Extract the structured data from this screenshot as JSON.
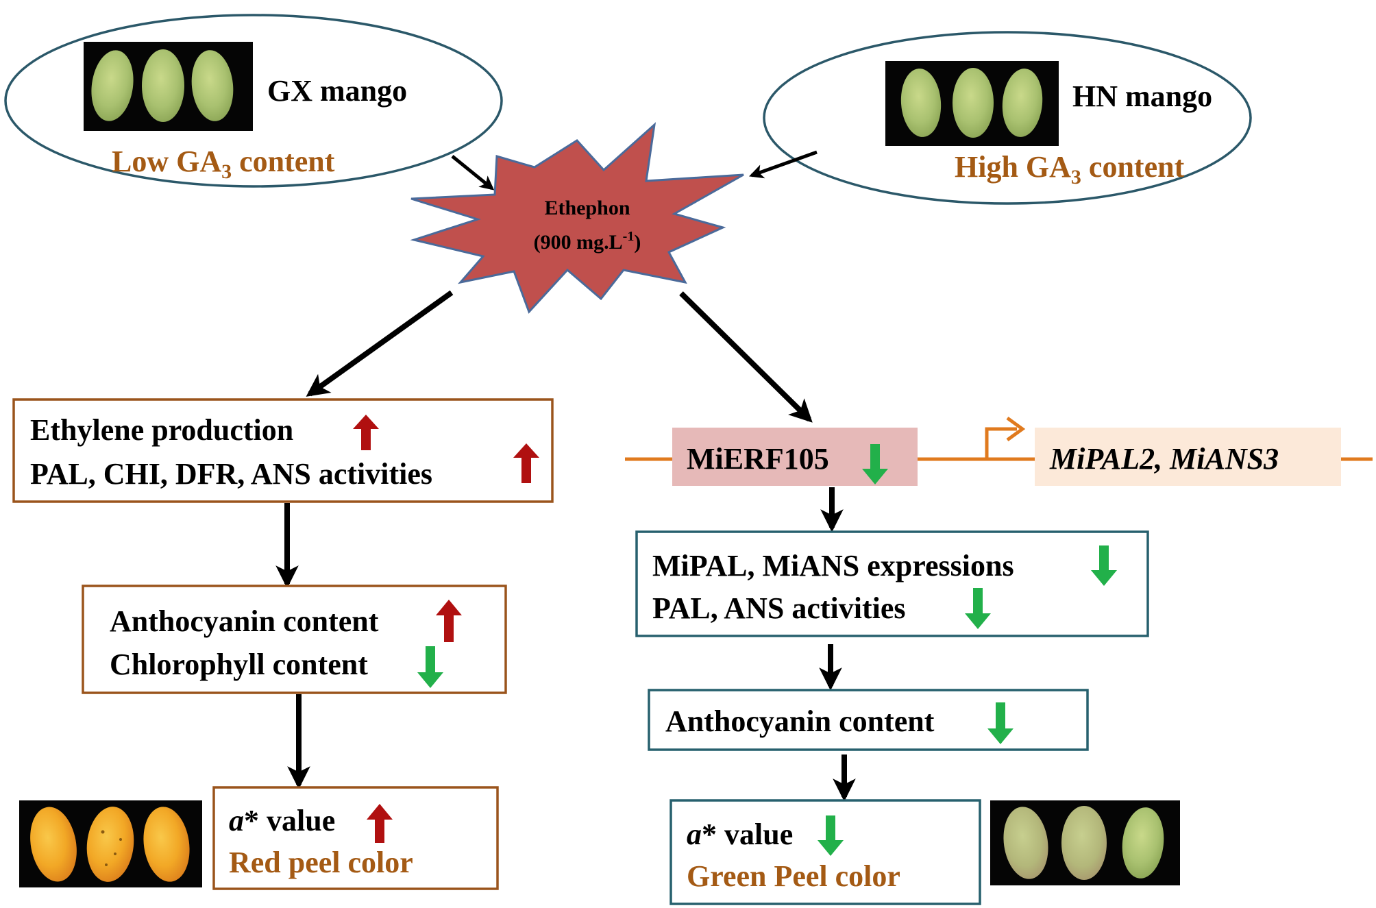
{
  "gx": {
    "name": "GX mango",
    "ga3_prefix": "Low GA",
    "ga3_sub": "3",
    "ga3_suffix": " content"
  },
  "hn": {
    "name": "HN mango",
    "ga3_prefix": "High GA",
    "ga3_sub": "3",
    "ga3_suffix": " content"
  },
  "treatment": {
    "name": "Ethephon",
    "dose_prefix": "(900 mg.L",
    "dose_sup": "-1",
    "dose_suffix": ")"
  },
  "left_path": {
    "box1": {
      "line1": "Ethylene production",
      "line2": "PAL, CHI, DFR, ANS activities"
    },
    "box2": {
      "line1": "Anthocyanin content",
      "line2": "Chlorophyll content"
    },
    "box3": {
      "line1_italic": "a",
      "line1_rest": "* value",
      "line2": "Red peel color"
    }
  },
  "right_path": {
    "gene": "MiERF105",
    "targets": "MiPAL2, MiANS3",
    "box1": {
      "line1": "MiPAL, MiANS expressions",
      "line2": "PAL, ANS activities"
    },
    "box2": {
      "line1": "Anthocyanin content"
    },
    "box3": {
      "line1_italic": "a",
      "line1_rest": "* value",
      "line2": "Green Peel color"
    }
  },
  "colors": {
    "ellipse_stroke": "#2b5869",
    "brown_text": "#a45a14",
    "brown_box": "#9a541c",
    "teal_box": "#27606e",
    "star_fill": "#c0504d",
    "star_stroke": "#4a6a9a",
    "up_arrow": "#b01010",
    "down_arrow": "#22b04a",
    "orange_line": "#e07a1e",
    "gene_box": "#e6b9b8",
    "target_box": "#fce9d9"
  }
}
